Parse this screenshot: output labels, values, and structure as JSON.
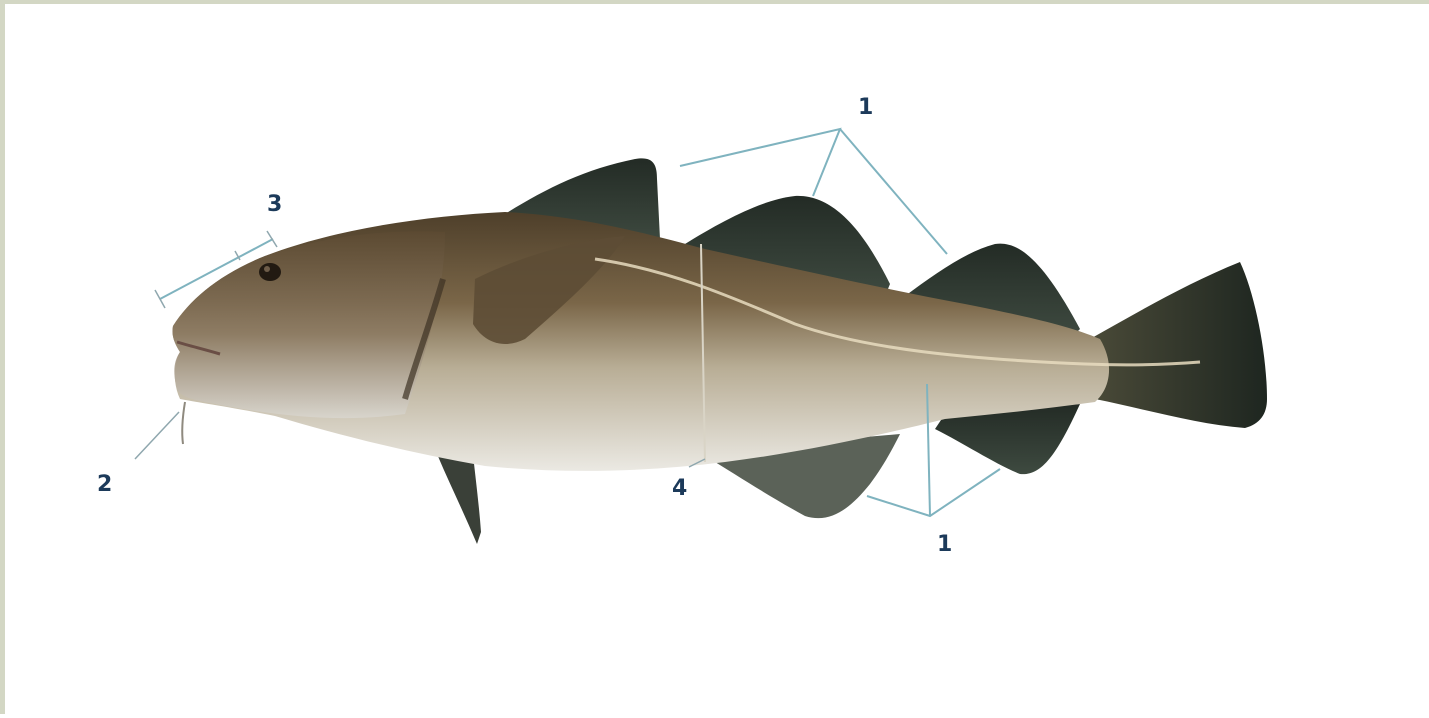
{
  "diagram": {
    "callouts": {
      "fins_top": "1",
      "fins_bottom": "1",
      "barbel": "2",
      "snout": "3",
      "depth": "4"
    },
    "colors": {
      "frame": "#d3d7c4",
      "label": "#1c3a5a",
      "leader": "#7fb3bf",
      "fish_back": "#5a4a32",
      "fish_belly": "#e4e2da",
      "fins": "#2f3a30",
      "lateral_line": "#e8dcc0"
    }
  }
}
